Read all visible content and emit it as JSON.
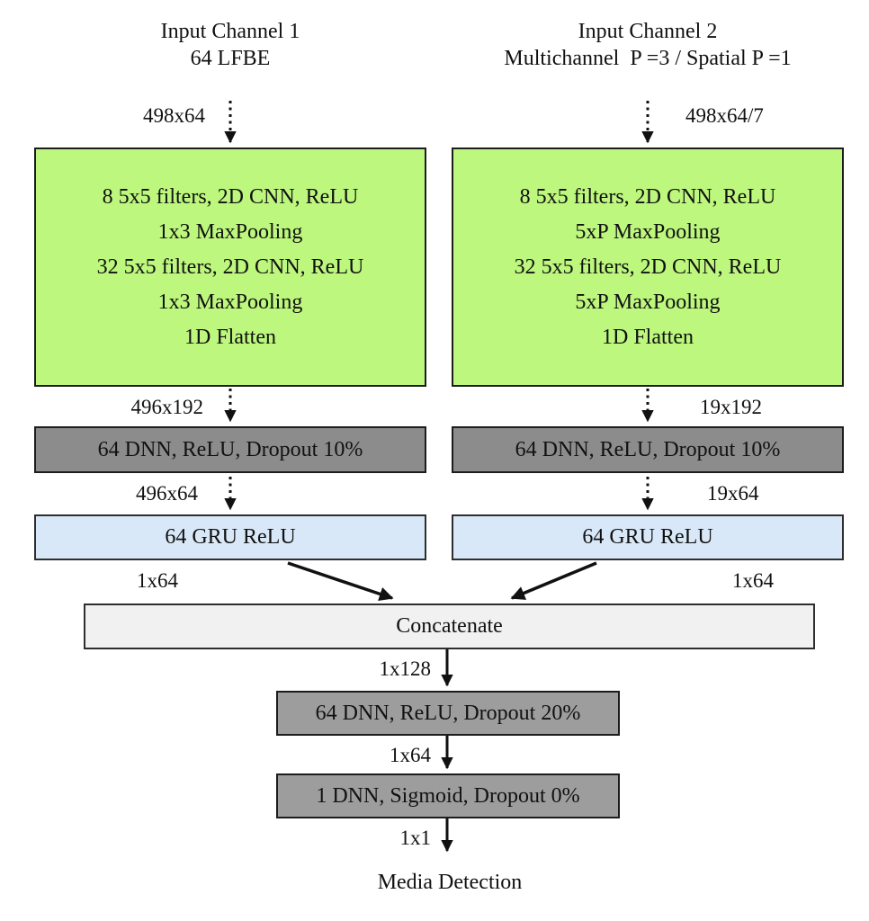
{
  "colors": {
    "cnn_block_fill": "#bdf77d",
    "dnn_top_fill": "#8c8c8c",
    "dnn_bottom_fill": "#9d9d9d",
    "gru_fill": "#d9e8f8",
    "concat_fill": "#f1f1f1",
    "border": "#1c1c1c"
  },
  "channel1": {
    "header_line1": "Input Channel 1",
    "header_line2": "64 LFBE",
    "input_dim": "498x64",
    "cnn_block": {
      "lines": [
        "8 5x5 filters, 2D CNN, ReLU",
        "1x3 MaxPooling",
        "32 5x5 filters, 2D CNN, ReLU",
        "1x3 MaxPooling",
        "1D Flatten"
      ]
    },
    "cnn_output_dim": "496x192",
    "dnn_label": "64 DNN, ReLU, Dropout 10%",
    "dnn_output_dim": "496x64",
    "gru_label": "64 GRU ReLU",
    "gru_output_dim": "1x64"
  },
  "channel2": {
    "header_line1": "Input Channel 2",
    "header_line2": "Multichannel  P =3 / Spatial P =1",
    "input_dim": "498x64/7",
    "cnn_block": {
      "lines": [
        "8 5x5 filters, 2D CNN, ReLU",
        "5xP MaxPooling",
        "32 5x5 filters, 2D CNN, ReLU",
        "5xP MaxPooling",
        "1D Flatten"
      ]
    },
    "cnn_output_dim": "19x192",
    "dnn_label": "64 DNN, ReLU, Dropout 10%",
    "dnn_output_dim": "19x64",
    "gru_label": "64 GRU ReLU",
    "gru_output_dim": "1x64"
  },
  "merge": {
    "concat_label": "Concatenate",
    "concat_output_dim": "1x128",
    "dnn1_label": "64 DNN, ReLU, Dropout 20%",
    "dnn1_output_dim": "1x64",
    "dnn2_label": "1 DNN, Sigmoid, Dropout 0%",
    "dnn2_output_dim": "1x1",
    "output_label": "Media Detection"
  }
}
